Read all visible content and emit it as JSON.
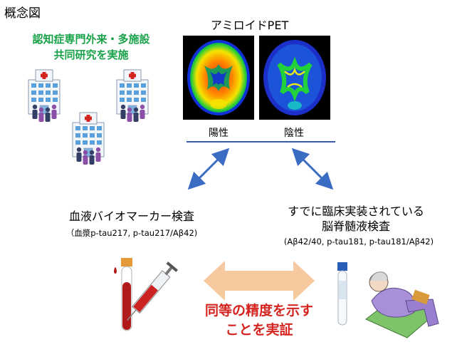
{
  "title": "概念図",
  "study": {
    "line1": "認知症専門外来・多施設",
    "line2": "共同研究を実施"
  },
  "pet": {
    "title": "アミロイドPET",
    "positive": "陽性",
    "negative": "陰性"
  },
  "blood": {
    "title": "血液バイオマーカー検査",
    "markers": "（血漿p-tau217, p-tau217/Aβ42)"
  },
  "csf": {
    "line1": "すでに臨床実装されている",
    "line2": "脳脊髄液検査",
    "markers": "(Aβ42/40, p-tau181, p-tau181/Aβ42)"
  },
  "conclusion": {
    "line1": "同等の精度を示す",
    "line2": "ことを実証"
  },
  "colors": {
    "green": "#19a24a",
    "red": "#d4241f",
    "arrow_blue": "#3b6cc4",
    "arrow_orange": "#f7c99f"
  }
}
